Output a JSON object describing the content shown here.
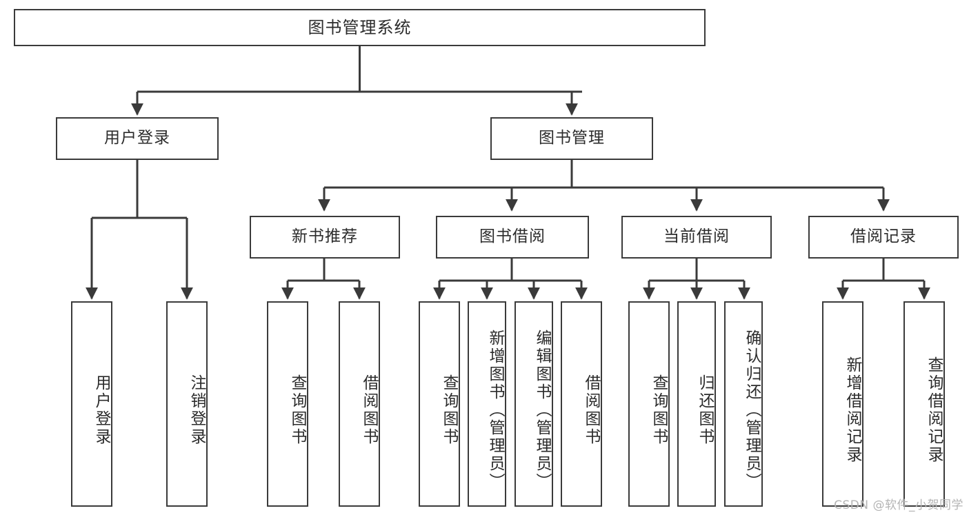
{
  "diagram": {
    "title": "图书管理系统",
    "type": "tree-hierarchy",
    "watermark": "CSDN @软件_小贺同学",
    "colors": {
      "stroke": "#3a3a3a",
      "fill": "#ffffff",
      "text": "#2b2b2b",
      "watermark": "#b4b4b4"
    },
    "nodes": {
      "root": {
        "label": "图书管理系统"
      },
      "level2": [
        {
          "id": "user-login",
          "label": "用户登录"
        },
        {
          "id": "book-manage",
          "label": "图书管理"
        }
      ],
      "level3": [
        {
          "id": "new-book-recommend",
          "label": "新书推荐"
        },
        {
          "id": "book-borrow",
          "label": "图书借阅"
        },
        {
          "id": "current-borrow",
          "label": "当前借阅"
        },
        {
          "id": "borrow-record",
          "label": "借阅记录"
        }
      ],
      "leaves": {
        "user-login": [
          {
            "id": "leaf-user-login",
            "label": "用户登录"
          },
          {
            "id": "leaf-user-logout",
            "label": "注销登录"
          }
        ],
        "new-book-recommend": [
          {
            "id": "leaf-query-book-1",
            "label": "查询图书"
          },
          {
            "id": "leaf-borrow-book-1",
            "label": "借阅图书"
          }
        ],
        "book-borrow": [
          {
            "id": "leaf-query-book-2",
            "label": "查询图书"
          },
          {
            "id": "leaf-add-book",
            "label": "新增图书（管理员）"
          },
          {
            "id": "leaf-edit-book",
            "label": "编辑图书（管理员）"
          },
          {
            "id": "leaf-borrow-book-2",
            "label": "借阅图书"
          }
        ],
        "current-borrow": [
          {
            "id": "leaf-query-book-3",
            "label": "查询图书"
          },
          {
            "id": "leaf-return-book",
            "label": "归还图书"
          },
          {
            "id": "leaf-confirm-return",
            "label": "确认归还（管理员）"
          }
        ],
        "borrow-record": [
          {
            "id": "leaf-add-record",
            "label": "新增借阅记录"
          },
          {
            "id": "leaf-query-record",
            "label": "查询借阅记录"
          }
        ]
      }
    }
  }
}
